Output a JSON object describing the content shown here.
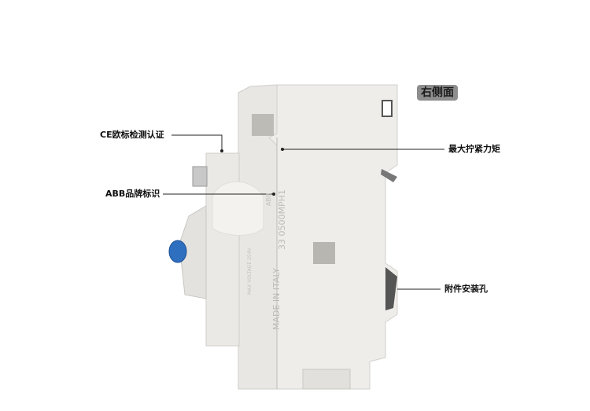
{
  "side_badge": "右侧面",
  "callouts": {
    "ce": "CE欧标检测认证",
    "abb": "ABB品牌标识",
    "torque": "最大拧紧力矩",
    "accessory": "附件安装孔"
  },
  "device_markings": {
    "made_in": "MADE IN ITALY",
    "code": "33 0500MPH1",
    "voltage": "MAX VOLTAGE 254V",
    "brand": "ABB"
  },
  "colors": {
    "body": "#eceae6",
    "knob": "#2f6fbf",
    "badge": "#8e8e8e"
  }
}
